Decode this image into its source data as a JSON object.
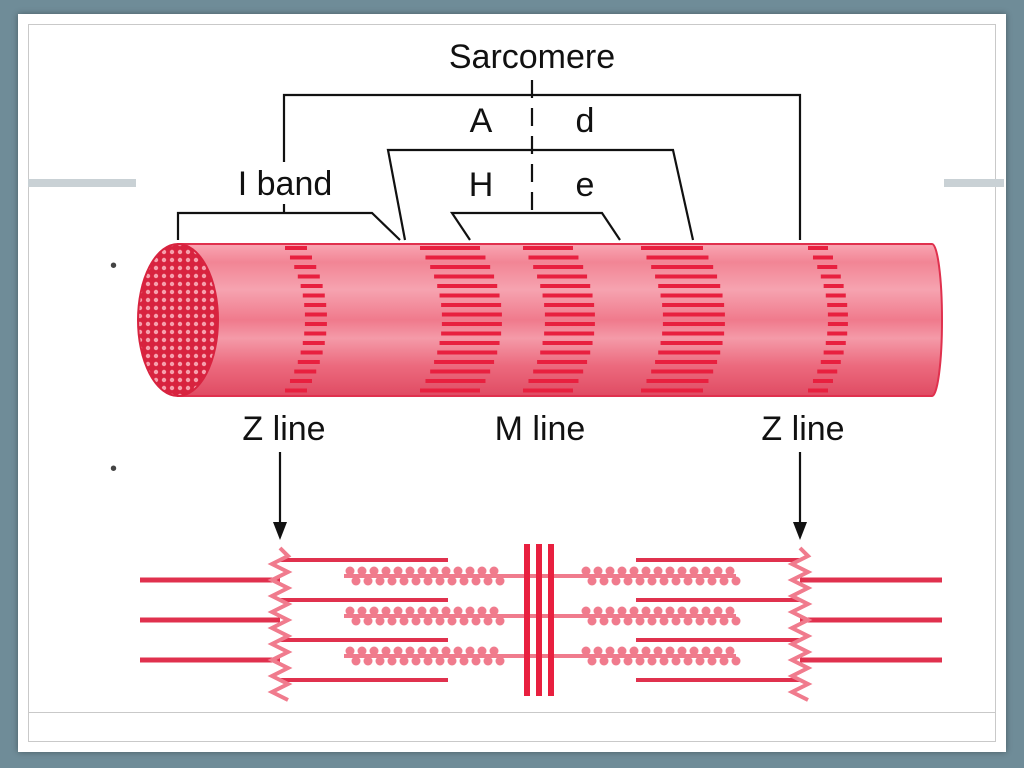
{
  "labels": {
    "sarcomere": "Sarcomere",
    "a_left": "A",
    "a_right": "d",
    "h_left": "H",
    "h_right": "e",
    "i_band": "I band",
    "z_line_left": "Z line",
    "m_line": "M line",
    "z_line_right": "Z line"
  },
  "bullets": [
    "•",
    "•"
  ],
  "colors": {
    "muscle": "#f06a7d",
    "muscle_dark": "#d8324b",
    "band": "#e8203f",
    "filament": "#e0314e",
    "myosin": "#f07b8d"
  }
}
